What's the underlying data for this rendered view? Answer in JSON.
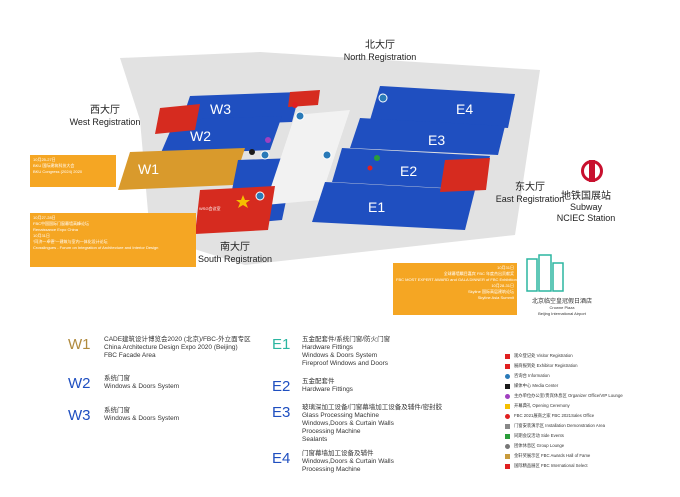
{
  "halls": {
    "w3": "W3",
    "w2": "W2",
    "w1": "W1",
    "e4": "E4",
    "e3": "E3",
    "e2": "E2",
    "e1": "E1"
  },
  "registrations": {
    "north": {
      "cn": "北大厅",
      "en": "North Registration"
    },
    "west": {
      "cn": "西大厅",
      "en": "West Registration"
    },
    "east": {
      "cn": "东大厅",
      "en": "East Registration"
    },
    "south": {
      "cn": "南大厅",
      "en": "South Registration"
    }
  },
  "subway": {
    "cn": "地铁国展站",
    "en1": "Subway",
    "en2": "NCIEC Station"
  },
  "south_booth_label": "WSG会议室",
  "notes": {
    "west": [
      "10月25-27日",
      "BKU 国际建筑科技大会",
      "BKU Congress (2024) 2020"
    ],
    "south": [
      "10月27-28日",
      "FBC中国国际门窗幕墙高峰论坛",
      "Renaissance Expo China",
      "10月31日",
      "“同济一卓德”一建筑与室内一体化设计论坛",
      "Crosslingues - Forum on Integration of Architecture and Interior Design"
    ],
    "east": [
      "10月31日",
      "全球幕墙瞩目嘉宾 FBC 年度杰出贡献奖",
      "FBC MOST EXPERT AWARD and GALA DINNER of FBC Exhibition",
      "10月28-31日",
      "Skyline 国际高层建筑论坛",
      "Skyline Asia Summit"
    ]
  },
  "hotel": {
    "cn": "北京临空皇冠假日酒店",
    "en1": "Crowne Plaza",
    "en2": "Beijing International Airport"
  },
  "legend": {
    "w1": {
      "code": "W1",
      "lines": [
        "CADE建筑设计博览会2020 (北京)/FBC-外立面专区",
        "China Architecture Design Expo 2020 (Beijing)",
        "FBC Facade Area"
      ]
    },
    "w2": {
      "code": "W2",
      "lines": [
        "系统门窗",
        "Windows & Doors System"
      ]
    },
    "w3": {
      "code": "W3",
      "lines": [
        "系统门窗",
        "Windows & Doors System"
      ]
    },
    "e1": {
      "code": "E1",
      "lines": [
        "五金配套件/系统门窗/防火门窗",
        "Hardware Fittings",
        "Windows & Doors System",
        "Fireproof Windows and Doors"
      ]
    },
    "e2": {
      "code": "E2",
      "lines": [
        "五金配套件",
        "Hardware Fittings"
      ]
    },
    "e3": {
      "code": "E3",
      "lines": [
        "玻璃深加工设备/门窗幕墙加工设备及辅件/密封胶",
        "Glass Processing Machine",
        "Windows,Doors & Curtain Walls",
        "Processing Machine",
        "Sealants"
      ]
    },
    "e4": {
      "code": "E4",
      "lines": [
        "门窗幕墙加工设备及辅件",
        "Windows,Doors & Curtain Walls",
        "Processing Machine"
      ]
    }
  },
  "keys": [
    {
      "label": "观众登记处 Visitor Registration",
      "color": "#e02020"
    },
    {
      "label": "展商报到处 Exhibitor Registration",
      "color": "#e02020"
    },
    {
      "label": "咨询台 Information",
      "color": "#2a7ab8"
    },
    {
      "label": "媒体中心 Media Center",
      "color": "#1a1a1a"
    },
    {
      "label": "主办单位办公室/贵宾休息区 Organizer Office/VIP Lounge",
      "color": "#a040c0"
    },
    {
      "label": "开幕典礼 Opening Ceremony",
      "color": "#f5c000"
    },
    {
      "label": "FBC 2021展商之家 FBC 2021Sales Office",
      "color": "#e02020"
    },
    {
      "label": "门窗安装演示区 Installation Demonstration Area",
      "color": "#888888"
    },
    {
      "label": "同期会议活动 Side Events",
      "color": "#2a9d3a"
    },
    {
      "label": "团体休息区 Group Lounge",
      "color": "#777777"
    },
    {
      "label": "金轩奖展示区 FBC Awards Hall of Fame",
      "color": "#c89b3c"
    },
    {
      "label": "国际精品展区 FBC International Select",
      "color": "#e02020"
    }
  ],
  "colors": {
    "blue": "#1f4fc0",
    "gold": "#d99a2c",
    "red": "#d62b1f",
    "orange": "#f5a623",
    "legend_w1": "#b08a3e",
    "legend_w": "#1f4fc0",
    "legend_e": "#2bb5a0"
  }
}
